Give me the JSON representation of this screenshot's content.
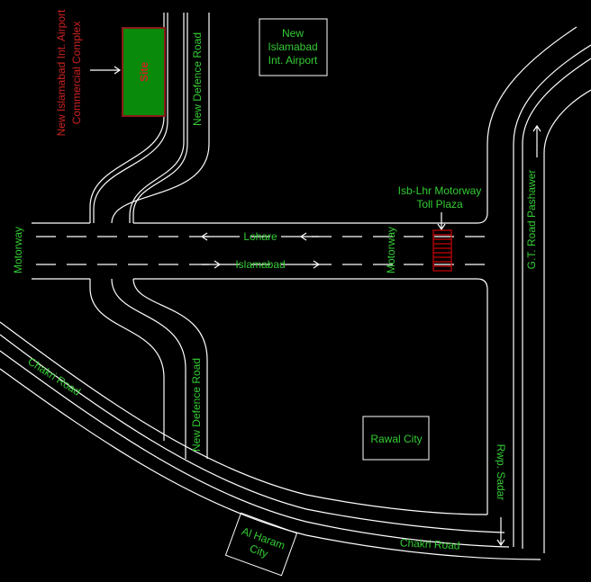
{
  "colors": {
    "background": "#000000",
    "road_line": "#ffffff",
    "green_text": "#33cc33",
    "red_text": "#cc2222",
    "site_fill": "#0a8a0a",
    "site_border": "#8b1a1a",
    "toll_plaza": "#cc0000"
  },
  "labels": {
    "site": "Site",
    "site_callout_line1": "New Islamabad Int. Airport",
    "site_callout_line2": "Commercial Complex",
    "airport_line1": "New",
    "airport_line2": "Islamabad",
    "airport_line3": "Int. Airport",
    "new_defence_road_north": "New Defence Road",
    "new_defence_road_south": "New Defence Road",
    "motorway_west": "Motorway",
    "motorway_east": "Motorway",
    "lane_west": "Lohare",
    "lane_east": "Islamabad",
    "toll_plaza_line1": "Isb-Lhr Motorway",
    "toll_plaza_line2": "Toll Plaza",
    "gt_road": "G.T. Road Pashawer",
    "chakri_road_west": "Chakri Road",
    "chakri_road_south": "Chakri Road",
    "rawal_city": "Rawal City",
    "al_haram_line1": "Al Haram",
    "al_haram_line2": "City",
    "rwp_sadar": "Rwp. Sadar"
  },
  "icons": {
    "arrow_west": "left-arrow-icon",
    "arrow_east": "right-arrow-icon",
    "arrow_north": "up-arrow-icon",
    "arrow_south": "down-arrow-icon"
  }
}
